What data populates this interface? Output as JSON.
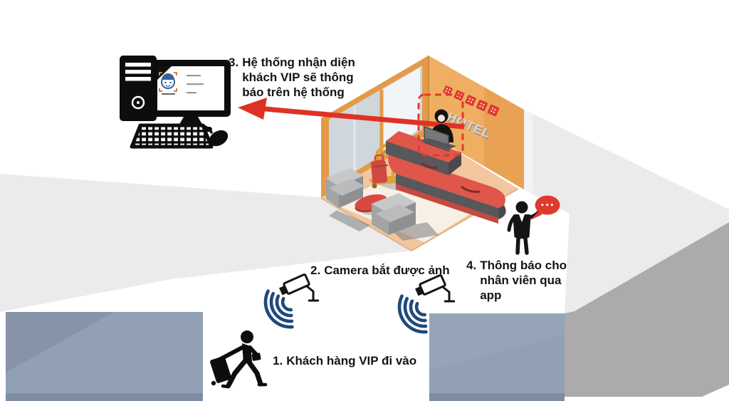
{
  "steps": {
    "s1": {
      "num": "1.",
      "text": "Khách hàng VIP đi vào"
    },
    "s2": {
      "num": "2.",
      "text": "Camera bắt được ảnh"
    },
    "s3": {
      "num": "3.",
      "text": "Hệ thống nhận diện\nkhách VIP sẽ thông\nbáo trên hệ thống"
    },
    "s4": {
      "num": "4.",
      "text": "Thông báo cho\nnhân viên qua\napp"
    }
  },
  "scene": {
    "hotel_sign": "HOTEL",
    "speech_bubble_dots": "•••"
  },
  "colors": {
    "arrow_red": "#DF3226",
    "highlight_dash_red": "#E0392E",
    "signal_blue": "#20497B",
    "wall_orange": "#EFAE62",
    "wall_orange_dark": "#E39A49",
    "floor_peach": "#F2C79F",
    "desk_red": "#E0564A",
    "desk_gray": "#57575C",
    "sofa_gray": "#AEB0B3",
    "table_red": "#D84A3F",
    "cart_gold": "#DFA42E",
    "suitcase_red": "#CE4A40",
    "barrier_blue_gray": "#92A0B5",
    "barrier_light_top": "#EBEBED",
    "barrier_side_gray": "#ABABAD",
    "bubble_red": "#E03A2F",
    "icon_black": "#141414",
    "text_color": "#141414"
  }
}
